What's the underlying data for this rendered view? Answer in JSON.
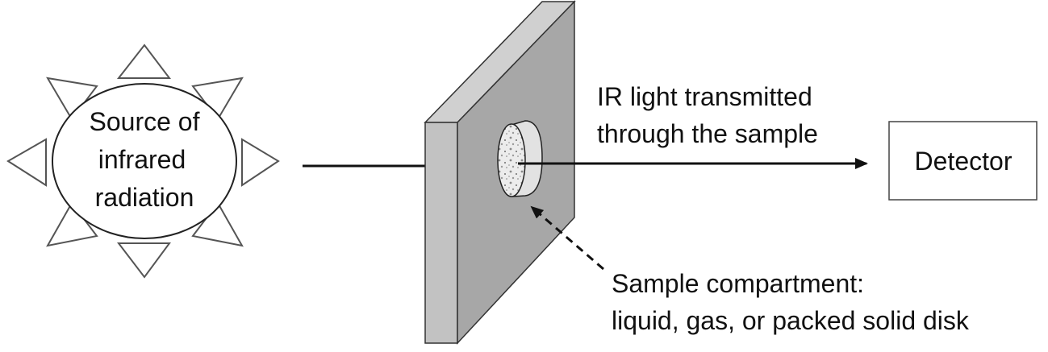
{
  "source": {
    "label_lines": [
      "Source of",
      "infrared",
      "radiation"
    ]
  },
  "beam": {
    "label_lines": [
      "IR light transmitted",
      "through the sample"
    ]
  },
  "detector": {
    "label": "Detector"
  },
  "sample": {
    "label_lines": [
      "Sample compartment:",
      "liquid, gas, or packed solid disk"
    ]
  },
  "colors": {
    "line": "#111111",
    "panel_face": "#a7a7a7",
    "panel_side": "#c2c2c2",
    "panel_top": "#d0d0d0",
    "disk": "#e8e8e8"
  }
}
